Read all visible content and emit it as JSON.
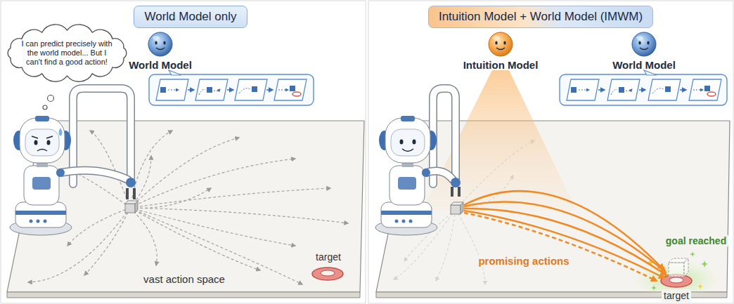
{
  "diagram": {
    "nodes": [
      {
        "text": [
          "World Model only"
        ]
      },
      {
        "text": [
          "I can predict precisely with the world model... But I can't find a good action!"
        ]
      },
      {
        "text": [
          "World Model"
        ]
      },
      {
        "text": [
          "Intuition Model + World Model (IMWM)"
        ]
      },
      {
        "text": [
          "Intuition Model"
        ]
      },
      {
        "text": [
          "World Model"
        ]
      }
    ],
    "labels": [
      "vast action space",
      "target",
      "promising actions",
      "goal reached",
      "target"
    ]
  }
}
